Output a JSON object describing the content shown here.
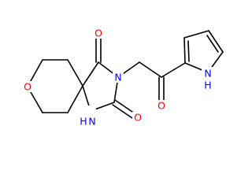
{
  "diagram": {
    "type": "chemical-structure",
    "colors": {
      "bond": "#000000",
      "oxygen": "#ff0000",
      "nitrogen": "#0000ff",
      "background": "#ffffff"
    },
    "atom_labels": {
      "ring_oxygen": "O",
      "carbonyl_oxygen_top": "O",
      "carbonyl_oxygen_right": "O",
      "ketone_oxygen": "O",
      "imide_nitrogen": "N",
      "amide_nitrogen": "N",
      "amide_hydrogen": "H",
      "pyrrole_nitrogen": "N",
      "pyrrole_hydrogen": "H"
    }
  }
}
